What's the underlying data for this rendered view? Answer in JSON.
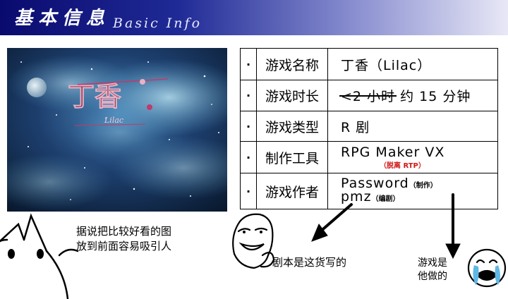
{
  "banner": {
    "title_cn": "基本信息",
    "title_en": "Basic Info"
  },
  "cover": {
    "logo_cn": "丁香",
    "logo_en": "Lilac",
    "description_icon": "starry-night-cover-art"
  },
  "info_table": {
    "bullet": "·",
    "rows": [
      {
        "key": "游戏名称",
        "value": "丁香（Lilac）"
      },
      {
        "key": "游戏时长",
        "value_struck": "<2 小时",
        "value": "约 15 分钟"
      },
      {
        "key": "游戏类型",
        "value": "R 剧"
      },
      {
        "key": "制作工具",
        "value": "RPG Maker VX",
        "note": "（脱离 RTP）"
      },
      {
        "key": "游戏作者",
        "value": "Password",
        "value_note": "（制作）",
        "value2": "pmz",
        "value2_note": "（编剧）"
      }
    ]
  },
  "captions": {
    "cat_line1": "据说把比较好看的图",
    "cat_line2": "放到前面容易吸引人",
    "face_text": "剧本是这货写的",
    "crying_line1": "游戏是",
    "crying_line2": "他做的"
  },
  "colors": {
    "banner_dark": "#0a0a6e",
    "banner_light": "#e8e8f6",
    "note_red": "#d01818",
    "logo_pink": "#c23a6a"
  }
}
